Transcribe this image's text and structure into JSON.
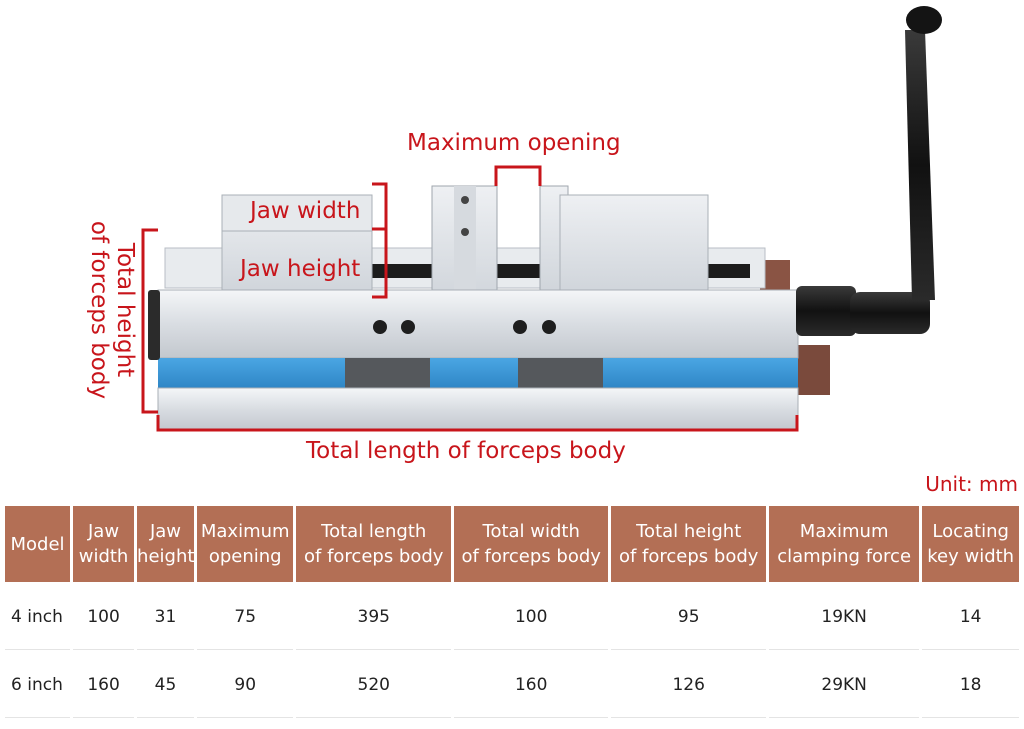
{
  "labels": {
    "max_opening": "Maximum opening",
    "jaw_width": "Jaw width",
    "jaw_height": "Jaw height",
    "total_height_line1": "Total height",
    "total_height_line2": "of forceps body",
    "total_length": "Total length of forceps body"
  },
  "unit": "Unit: mm",
  "table": {
    "headers": [
      [
        "Model"
      ],
      [
        "Jaw",
        "width"
      ],
      [
        "Jaw",
        "height"
      ],
      [
        "Maximum",
        "opening"
      ],
      [
        "Total length",
        "of forceps body"
      ],
      [
        "Total width",
        "of forceps body"
      ],
      [
        "Total height",
        "of forceps body"
      ],
      [
        "Maximum",
        "clamping force"
      ],
      [
        "Locating",
        "key width"
      ]
    ],
    "rows": [
      [
        "4 inch",
        "100",
        "31",
        "75",
        "395",
        "100",
        "95",
        "19KN",
        "14"
      ],
      [
        "6 inch",
        "160",
        "45",
        "90",
        "520",
        "160",
        "126",
        "29KN",
        "18"
      ]
    ]
  },
  "colors": {
    "annotation_red": "#c8151b",
    "header_brown": "#b36f55",
    "vise_blue": "#3d9ad8",
    "vise_steel": "#dfe3e8"
  }
}
